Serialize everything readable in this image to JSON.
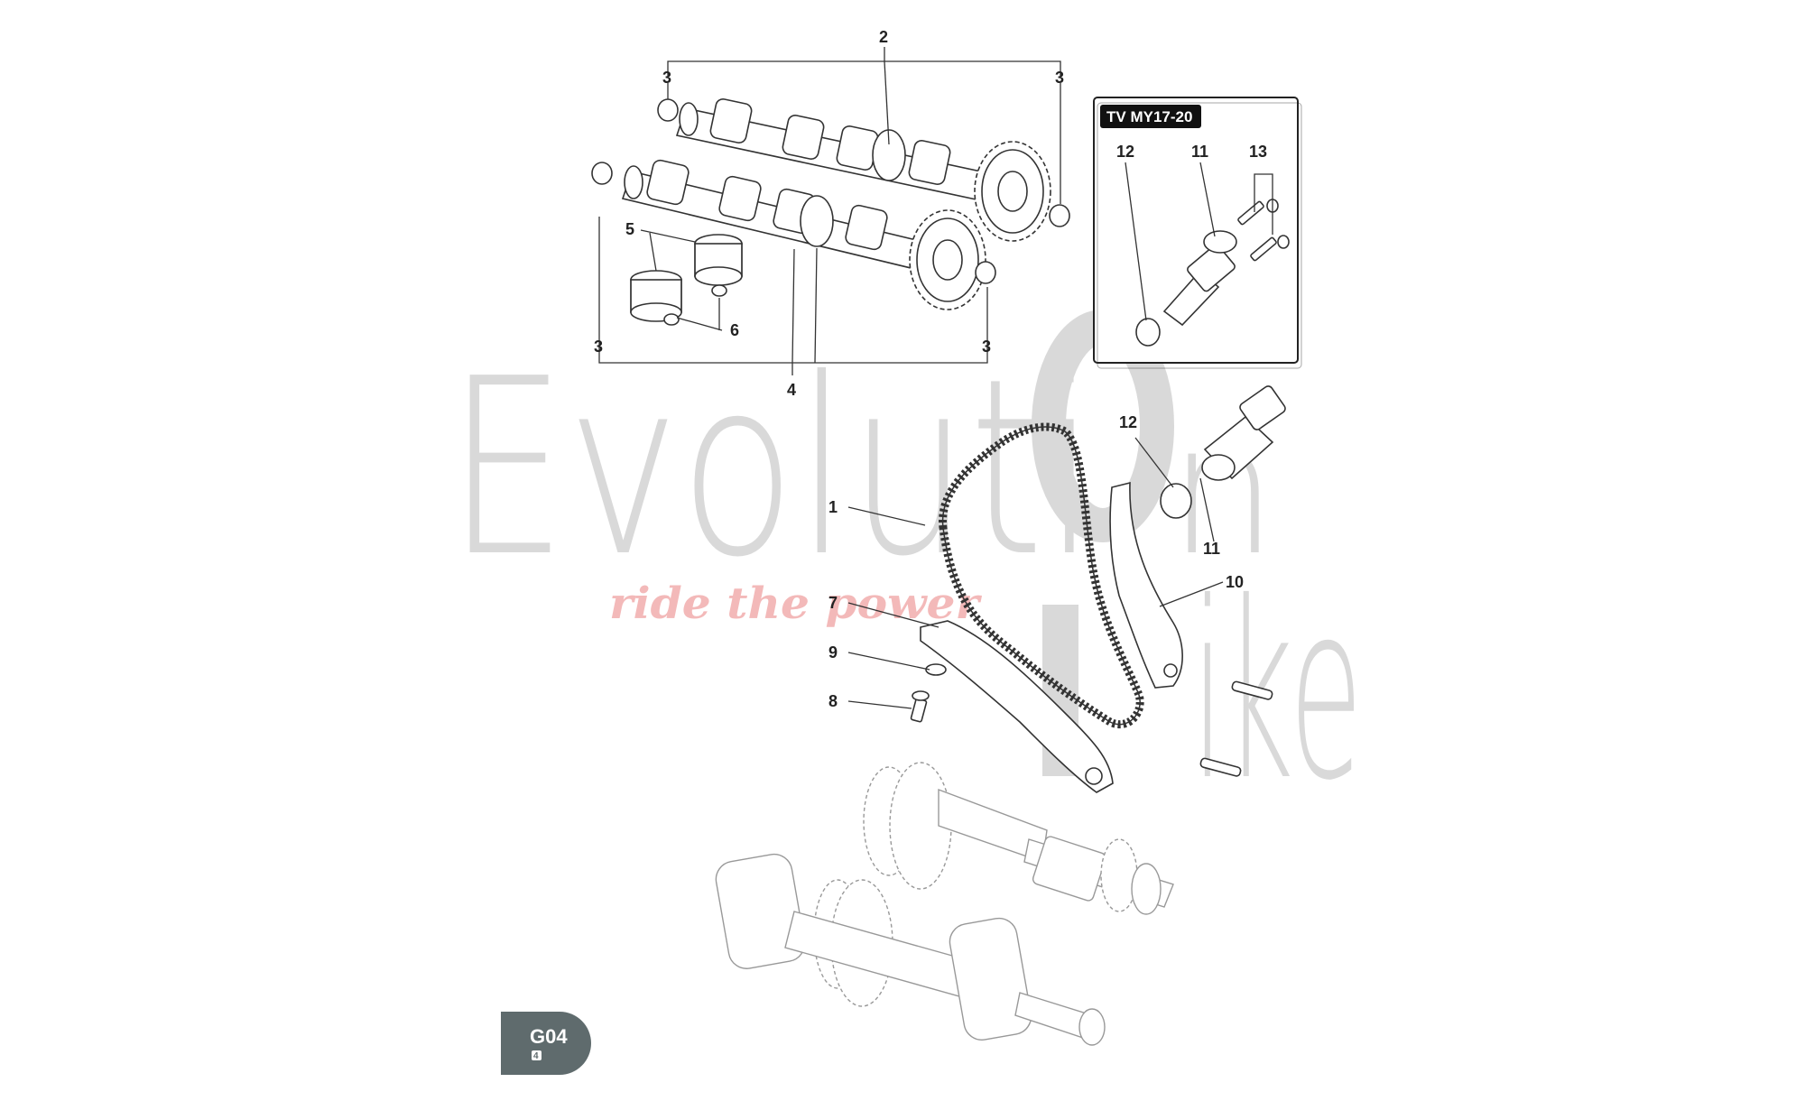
{
  "watermark": {
    "brand_text_1": "Evoluti",
    "brand_text_2": "n",
    "brand_text_3": "ike",
    "tagline": "ride the power"
  },
  "inset": {
    "title": "TV MY17-20"
  },
  "callouts": {
    "c1": "1",
    "c2": "2",
    "c3_top_left": "3",
    "c3_top_right": "3",
    "c3_bottom_left": "3",
    "c3_bottom_right": "3",
    "c4": "4",
    "c5": "5",
    "c6": "6",
    "c7": "7",
    "c8": "8",
    "c9": "9",
    "c10": "10",
    "c11_main": "11",
    "c12_main": "12",
    "c11_inset": "11",
    "c12_inset": "12",
    "c13_inset": "13"
  },
  "badge": {
    "code": "G04",
    "sub": "4"
  },
  "colors": {
    "badge_bg": "#5f6b6d",
    "watermark_gray": "#d9d9d9",
    "watermark_red": "#f3b9b9",
    "line": "#333333"
  }
}
